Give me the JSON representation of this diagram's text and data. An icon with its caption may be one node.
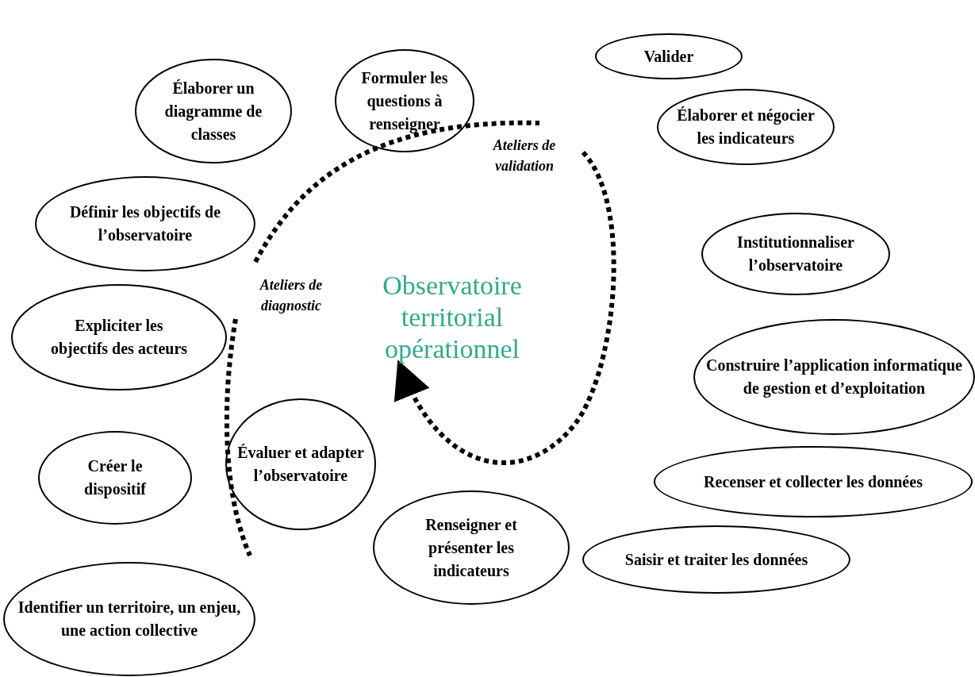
{
  "diagram": {
    "nodes": [
      {
        "text": [
          "Formuler les questions à renseigner"
        ]
      },
      {
        "text": [
          "Valider"
        ]
      },
      {
        "text": [
          "Élaborer un diagramme de classes"
        ]
      },
      {
        "text": [
          "Élaborer et négocier les indicateurs"
        ]
      },
      {
        "text": [
          "Définir les objectifs de l’observatoire"
        ]
      },
      {
        "text": [
          "Institutionnaliser l’observatoire"
        ]
      },
      {
        "text": [
          "Expliciter les objectifs des acteurs"
        ]
      },
      {
        "text": [
          "Construire l’application informatique de gestion et d’exploitation"
        ]
      },
      {
        "text": [
          "Évaluer et adapter l’observatoire"
        ]
      },
      {
        "text": [
          "Créer le dispositif"
        ]
      },
      {
        "text": [
          "Recenser et collecter les données"
        ]
      },
      {
        "text": [
          "Renseigner et présenter les indicateurs"
        ]
      },
      {
        "text": [
          "Saisir et traiter les données"
        ]
      },
      {
        "text": [
          "Identifier un territoire, un enjeu, une action collective"
        ]
      }
    ],
    "edges": [],
    "labels": [
      "Ateliers de validation",
      "Ateliers de diagnostic",
      "Observatoire territorial opérationnel"
    ]
  }
}
